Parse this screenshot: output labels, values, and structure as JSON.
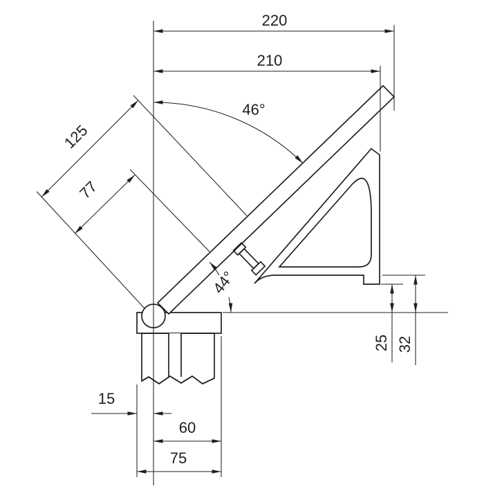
{
  "colors": {
    "ink": "#1f1f1f",
    "paper": "#ffffff"
  },
  "dims": {
    "d220": "220",
    "d210": "210",
    "a46": "46°",
    "d125": "125",
    "d77": "77",
    "a44": "44°",
    "d25": "25",
    "d32": "32",
    "d15": "15",
    "d60": "60",
    "d75": "75"
  }
}
